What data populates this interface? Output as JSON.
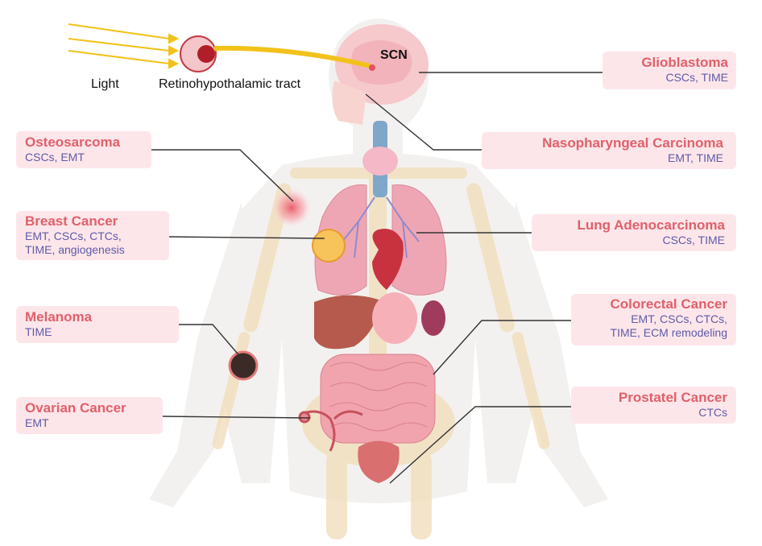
{
  "colors": {
    "title": "#e0606a",
    "subtitle": "#5e5aa8",
    "box_bg": "#fde6ea",
    "connector": "#333333",
    "light_ray": "#f2c21a"
  },
  "signal_path": {
    "light": "Light",
    "tract": "Retinohypothalamic tract",
    "scn": "SCN"
  },
  "cancers": [
    {
      "name": "Glioblastoma",
      "features": "CSCs, TIME"
    },
    {
      "name": "Nasopharyngeal Carcinoma",
      "features": "EMT, TIME"
    },
    {
      "name": "Osteosarcoma",
      "features": "CSCs, EMT"
    },
    {
      "name": "Breast Cancer",
      "features": "EMT, CSCs, CTCs,\nTIME, angiogenesis"
    },
    {
      "name": "Lung Adenocarcinoma",
      "features": "CSCs, TIME"
    },
    {
      "name": "Melanoma",
      "features": "TIME"
    },
    {
      "name": "Colorectal Cancer",
      "features": "EMT, CSCs, CTCs,\nTIME, ECM remodeling"
    },
    {
      "name": "Ovarian Cancer",
      "features": "EMT"
    },
    {
      "name": "Prostatel Cancer",
      "features": "CTCs"
    }
  ]
}
